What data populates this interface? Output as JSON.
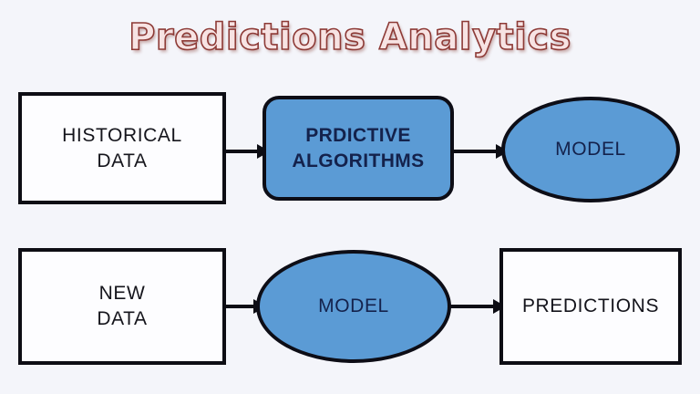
{
  "page": {
    "title": "Predictions Analytics",
    "background_color": "#f4f5fa"
  },
  "theme": {
    "accent_blue": "#5b9bd5",
    "node_border": "#0d0d14",
    "blue_node_text": "#14224c",
    "white_node_fill": "#fdfdff",
    "title_fill": "#f7e3e3",
    "title_outline": "#8d3a36"
  },
  "diagram": {
    "type": "flowchart",
    "rows": [
      {
        "id": "training-flow",
        "nodes": [
          {
            "id": "historical-data",
            "shape": "rectangle",
            "fill": "white",
            "line1": "HISTORICAL",
            "line2": "DATA",
            "bold": false
          },
          {
            "id": "predictive-algorithms",
            "shape": "rounded-rectangle",
            "fill": "blue",
            "line1": "PRDICTIVE",
            "line2": "ALGORITHMS",
            "bold": true
          },
          {
            "id": "model-1",
            "shape": "ellipse",
            "fill": "blue",
            "line1": "MODEL",
            "line2": "",
            "bold": false
          }
        ],
        "arrows": [
          {
            "id": "hist-to-algo",
            "from": "historical-data",
            "to": "predictive-algorithms",
            "direction": "right"
          },
          {
            "id": "algo-to-model",
            "from": "predictive-algorithms",
            "to": "model-1",
            "direction": "right"
          }
        ]
      },
      {
        "id": "inference-flow",
        "nodes": [
          {
            "id": "new-data",
            "shape": "rectangle",
            "fill": "white",
            "line1": "NEW",
            "line2": "DATA",
            "bold": false
          },
          {
            "id": "model-2",
            "shape": "ellipse",
            "fill": "blue",
            "line1": "MODEL",
            "line2": "",
            "bold": false
          },
          {
            "id": "predictions",
            "shape": "rectangle",
            "fill": "white",
            "line1": "PREDICTIONS",
            "line2": "",
            "bold": false
          }
        ],
        "arrows": [
          {
            "id": "newdata-to-model",
            "from": "new-data",
            "to": "model-2",
            "direction": "right"
          },
          {
            "id": "model-to-predictions",
            "from": "model-2",
            "to": "predictions",
            "direction": "right"
          }
        ]
      }
    ]
  }
}
